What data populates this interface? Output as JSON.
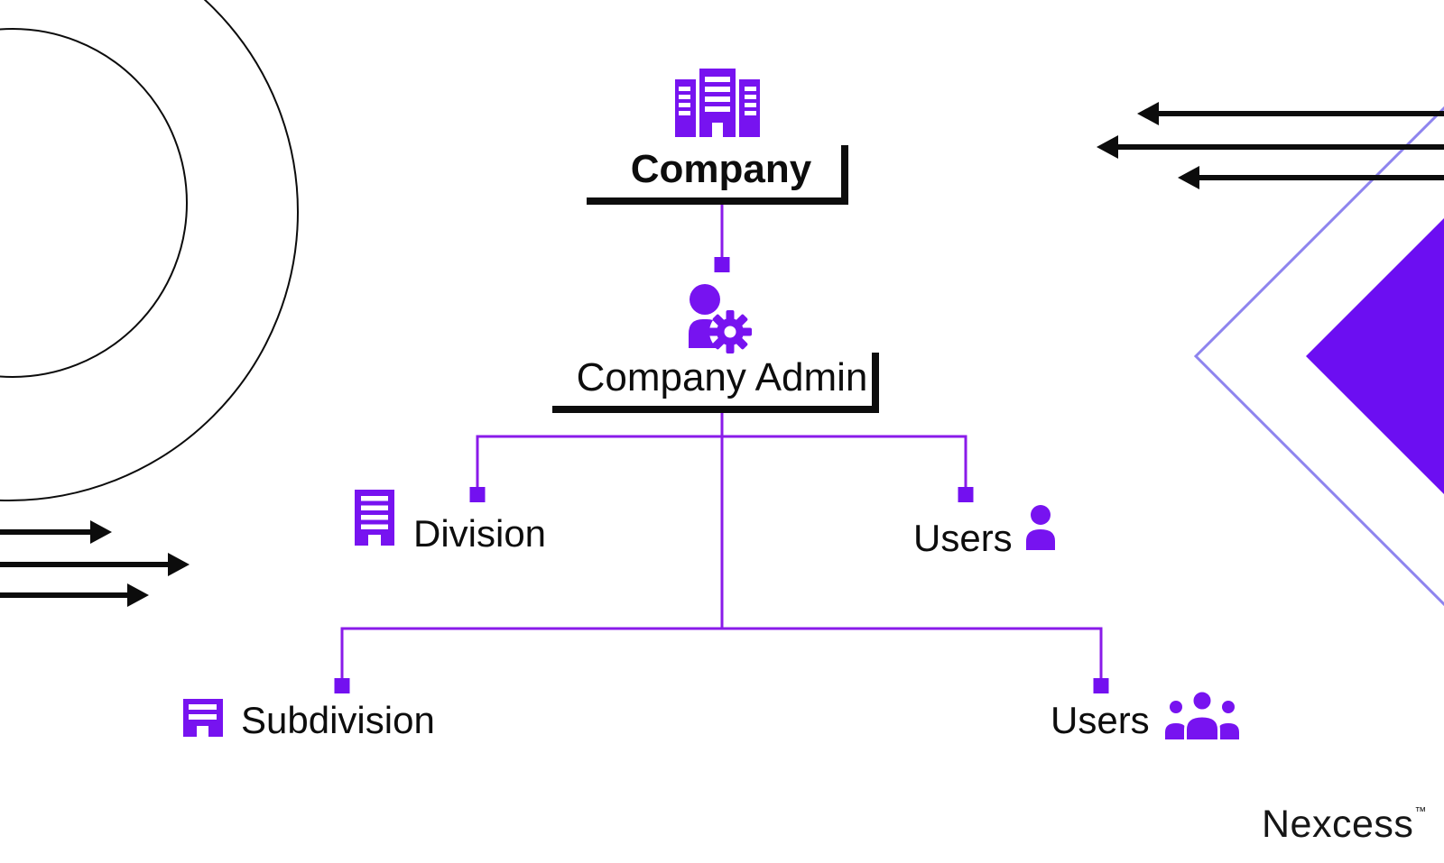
{
  "colors": {
    "icon_purple": "#7713F0",
    "connector_purple": "#8A1BE9",
    "endpoint_purple": "#7310F0",
    "diamond_fill": "#6C0EF2",
    "diamond_outline": "#8E84EE",
    "ink": "#0D0D0D"
  },
  "diagram": {
    "nodes": {
      "company": {
        "label": "Company",
        "icon": "buildings-icon"
      },
      "company_admin": {
        "label": "Company Admin",
        "icon": "user-gear-icon"
      },
      "division": {
        "label": "Division",
        "icon": "building-icon"
      },
      "division_users": {
        "label": "Users",
        "icon": "user-icon"
      },
      "subdivision": {
        "label": "Subdivision",
        "icon": "storefront-building-icon"
      },
      "subdivision_users": {
        "label": "Users",
        "icon": "users-group-icon"
      }
    },
    "edges": [
      {
        "from": "company",
        "to": "company_admin"
      },
      {
        "from": "company_admin",
        "to": "division"
      },
      {
        "from": "company_admin",
        "to": "division_users"
      },
      {
        "from": "company_admin",
        "to": "subdivision"
      },
      {
        "from": "company_admin",
        "to": "subdivision_users"
      }
    ]
  },
  "brand": {
    "wordmark": "Nexcess",
    "trademark": "™"
  }
}
